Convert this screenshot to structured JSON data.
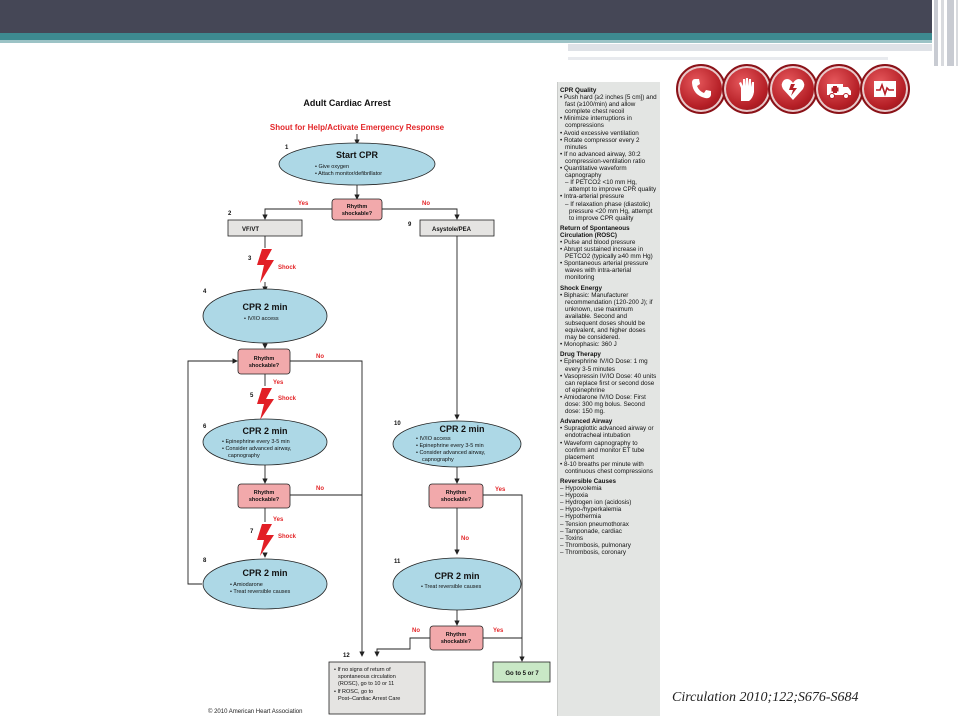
{
  "slide": {
    "citation": "Circulation 2010;122;S676-S684",
    "icons": [
      "phone-icon",
      "hand-icon",
      "heart-icon",
      "ambulance-icon",
      "monitor-icon"
    ],
    "colors": {
      "accent_bar": "#3d8a90",
      "dark_bar": "#454756",
      "ellipse_fill": "#add8e6",
      "decision_fill": "#f2a9ab",
      "shock_red": "#e21f26",
      "highlight_red": "#e32629"
    }
  },
  "algorithm": {
    "title": "Adult Cardiac Arrest",
    "subtitle": "Shout for Help/Activate Emergency Response",
    "copyright": "© 2010 American Heart Association",
    "steps": {
      "s1": {
        "num": "1",
        "title": "Start CPR",
        "lines": [
          "• Give oxygen",
          "• Attach monitor/defibrillator"
        ]
      },
      "d1": {
        "lines": [
          "Rhythm",
          "shockable?"
        ],
        "yes": "Yes",
        "no": "No"
      },
      "s2": {
        "num": "2",
        "label": "VF/VT"
      },
      "s9": {
        "num": "9",
        "label": "Asystole/PEA"
      },
      "shock3": {
        "num": "3",
        "label": "Shock"
      },
      "s4": {
        "num": "4",
        "title": "CPR 2 min",
        "lines": [
          "• IV/IO access"
        ]
      },
      "d2": {
        "lines": [
          "Rhythm",
          "shockable?"
        ],
        "yes": "Yes",
        "no": "No"
      },
      "shock5": {
        "num": "5",
        "label": "Shock"
      },
      "s6": {
        "num": "6",
        "title": "CPR 2 min",
        "lines": [
          "• Epinephrine every 3-5 min",
          "• Consider advanced airway,",
          "capnography"
        ]
      },
      "d3": {
        "lines": [
          "Rhythm",
          "shockable?"
        ],
        "yes": "Yes",
        "no": "No"
      },
      "shock7": {
        "num": "7",
        "label": "Shock"
      },
      "s8": {
        "num": "8",
        "title": "CPR 2 min",
        "lines": [
          "• Amiodarone",
          "• Treat reversible causes"
        ]
      },
      "s10": {
        "num": "10",
        "title": "CPR 2 min",
        "lines": [
          "• IV/IO access",
          "• Epinephrine every 3-5 min",
          "• Consider advanced airway,",
          "capnography"
        ]
      },
      "d4": {
        "lines": [
          "Rhythm",
          "shockable?"
        ],
        "yes": "Yes",
        "no": "No"
      },
      "s11": {
        "num": "11",
        "title": "CPR 2 min",
        "lines": [
          "• Treat reversible causes"
        ]
      },
      "d5": {
        "lines": [
          "Rhythm",
          "shockable?"
        ],
        "yes": "Yes",
        "no": "No"
      },
      "s12": {
        "num": "12",
        "lines": [
          "• If no signs of return of",
          "spontaneous circulation",
          "(ROSC), go to 10 or 11",
          "• If ROSC, go to",
          "Post–Cardiac Arrest Care"
        ]
      },
      "goto": {
        "label": "Go to 5 or 7"
      }
    }
  },
  "side_panel": {
    "sections": [
      {
        "title": "CPR Quality",
        "items": [
          "• Push hard (≥2 inches [5 cm]) and fast (≥100/min) and allow complete chest recoil",
          "• Minimize interruptions in compressions",
          "• Avoid excessive ventilation",
          "• Rotate compressor every 2 minutes",
          "• If no advanced airway, 30:2 compression-ventilation ratio",
          "• Quantitative waveform capnography",
          "– If PETCO2 <10 mm Hg, attempt to improve CPR quality",
          "• Intra-arterial pressure",
          "– If relaxation phase (diastolic) pressure <20 mm Hg, attempt to improve CPR quality"
        ]
      },
      {
        "title": "Return of Spontaneous Circulation (ROSC)",
        "items": [
          "• Pulse and blood pressure",
          "• Abrupt sustained increase in PETCO2 (typically ≥40 mm Hg)",
          "• Spontaneous arterial pressure waves with intra-arterial monitoring"
        ]
      },
      {
        "title": "Shock Energy",
        "items": [
          "• Biphasic: Manufacturer recommendation (120-200 J); if unknown, use maximum available. Second and subsequent doses should be equivalent, and higher doses may be considered.",
          "• Monophasic: 360 J"
        ]
      },
      {
        "title": "Drug Therapy",
        "items": [
          "• Epinephrine IV/IO Dose: 1 mg every 3-5 minutes",
          "• Vasopressin IV/IO Dose: 40 units can replace first or second dose of epinephrine",
          "• Amiodarone IV/IO Dose: First dose: 300 mg bolus. Second dose: 150 mg."
        ]
      },
      {
        "title": "Advanced Airway",
        "items": [
          "• Supraglottic advanced airway or endotracheal intubation",
          "• Waveform capnography to confirm and monitor ET tube placement",
          "• 8-10 breaths per minute with continuous chest compressions"
        ]
      },
      {
        "title": "Reversible Causes",
        "items": [
          "– Hypovolemia",
          "– Hypoxia",
          "– Hydrogen ion (acidosis)",
          "– Hypo-/hyperkalemia",
          "– Hypothermia",
          "– Tension pneumothorax",
          "– Tamponade, cardiac",
          "– Toxins",
          "– Thrombosis, pulmonary",
          "– Thrombosis, coronary"
        ]
      }
    ]
  }
}
